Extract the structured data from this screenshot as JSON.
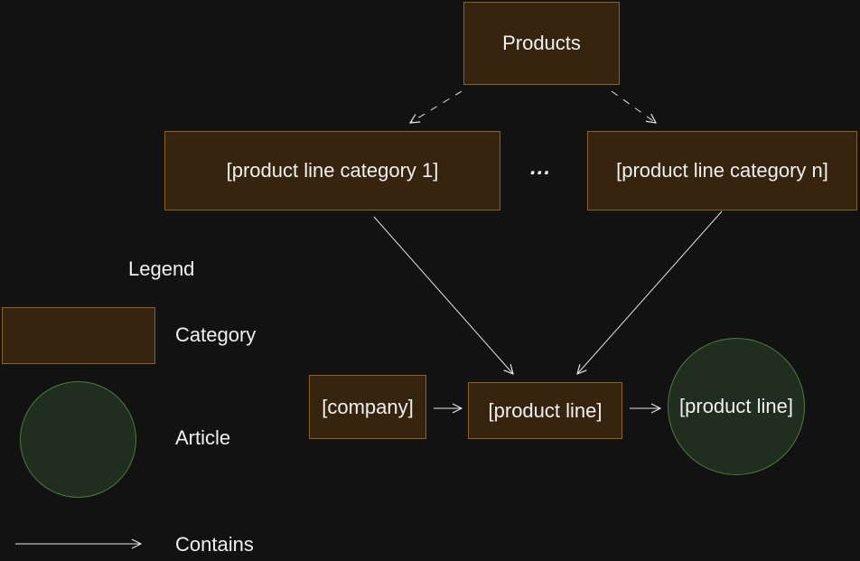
{
  "colors": {
    "background": "#121212",
    "category_fill": "#36240f",
    "category_border": "#8a6420",
    "article_fill": "#1f2e1e",
    "article_border": "#4e7a3a",
    "edge": "#e6e6e6",
    "text": "#f0f0f0"
  },
  "nodes": {
    "products": "Products",
    "category_1": "[product line category 1]",
    "ellipsis": "...",
    "category_n": "[product line category n]",
    "company": "[company]",
    "product_line": "[product line]",
    "product_line_article": "[product line]"
  },
  "legend": {
    "title": "Legend",
    "category_label": "Category",
    "article_label": "Article",
    "contains_label": "Contains"
  }
}
